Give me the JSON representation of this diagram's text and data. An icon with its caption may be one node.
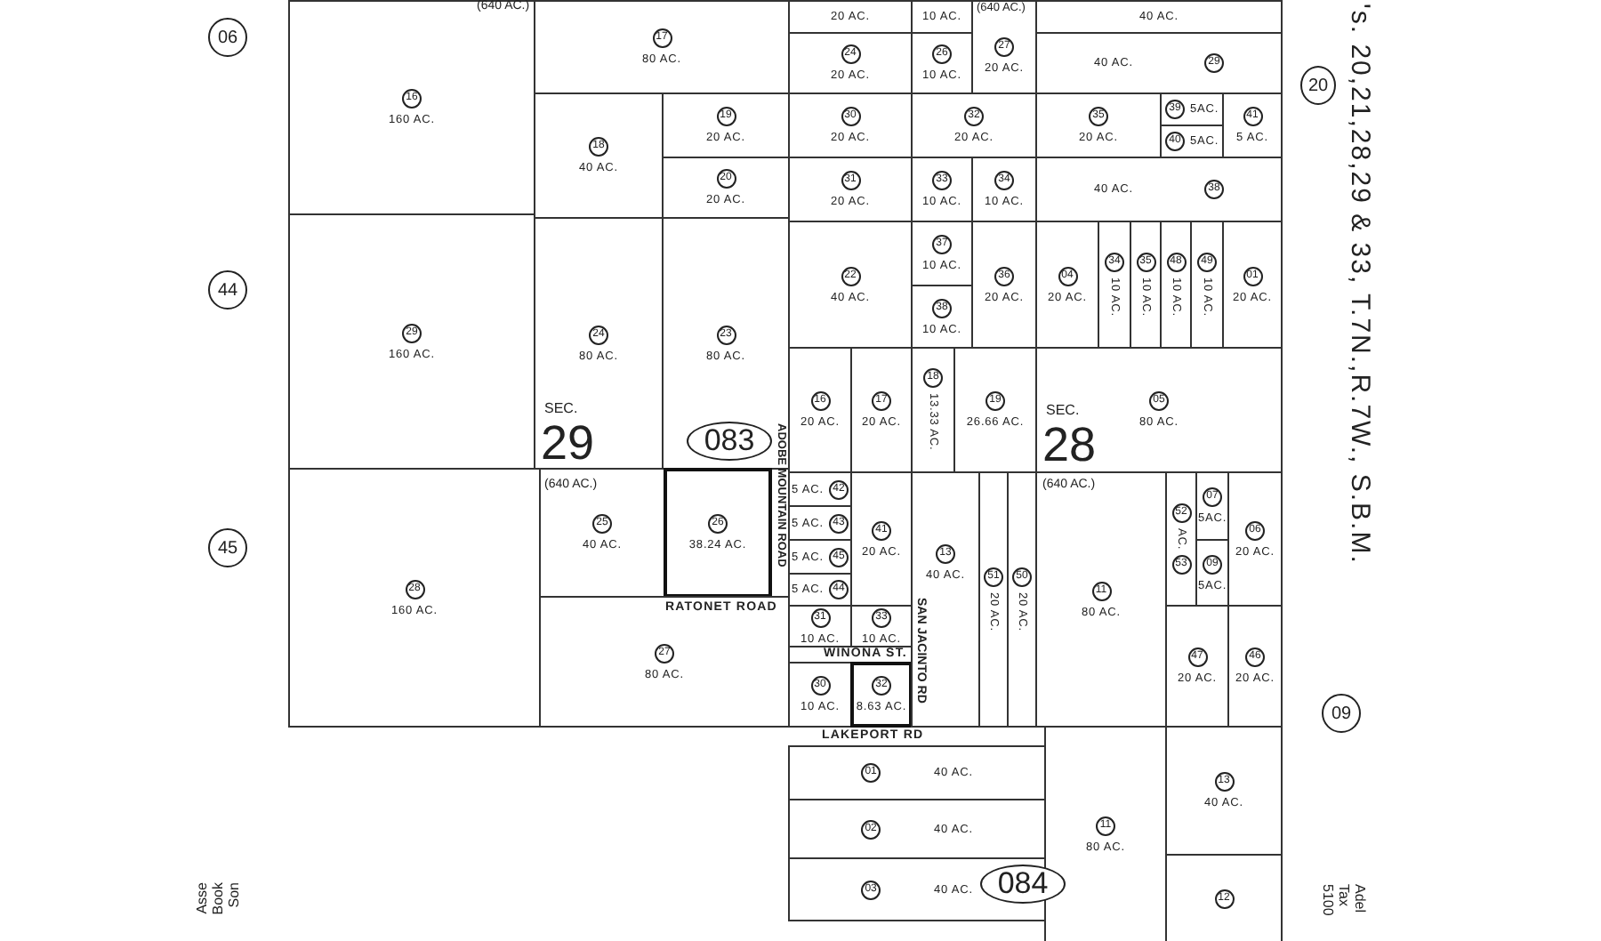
{
  "diagram": {
    "nodes": [
      {
        "text": [
          "16",
          "160 AC."
        ]
      },
      {
        "text": [
          "17",
          "80 AC."
        ]
      },
      {
        "text": [
          "18",
          "40 AC."
        ]
      },
      {
        "text": [
          "19",
          "20 AC."
        ]
      },
      {
        "text": [
          "20",
          "20 AC."
        ]
      },
      {
        "text": [
          "29",
          "160 AC."
        ]
      },
      {
        "text": [
          "24",
          "80 AC."
        ]
      },
      {
        "text": [
          "23",
          "80 AC."
        ]
      },
      {
        "text": [
          "28",
          "160 AC."
        ]
      },
      {
        "text": [
          "25",
          "40 AC."
        ]
      },
      {
        "text": [
          "26",
          "38.24 AC."
        ]
      },
      {
        "text": [
          "27",
          "80 AC."
        ]
      },
      {
        "text": [
          "20 AC."
        ]
      },
      {
        "text": [
          "10 AC."
        ]
      },
      {
        "text": [
          "27",
          "20 AC."
        ]
      },
      {
        "text": [
          "40 AC."
        ]
      },
      {
        "text": [
          "24",
          "20 AC."
        ]
      },
      {
        "text": [
          "26",
          "10 AC."
        ]
      },
      {
        "text": [
          "40 AC.",
          "29"
        ]
      },
      {
        "text": [
          "30",
          "20 AC."
        ]
      },
      {
        "text": [
          "32",
          "20 AC."
        ]
      },
      {
        "text": [
          "35",
          "20 AC."
        ]
      },
      {
        "text": [
          "39",
          "5AC."
        ]
      },
      {
        "text": [
          "40",
          "5AC."
        ]
      },
      {
        "text": [
          "41",
          "5 AC."
        ]
      },
      {
        "text": [
          "31",
          "20 AC."
        ]
      },
      {
        "text": [
          "33",
          "10 AC."
        ]
      },
      {
        "text": [
          "34",
          "10 AC."
        ]
      },
      {
        "text": [
          "40 AC.",
          "38"
        ]
      },
      {
        "text": [
          "22",
          "40 AC."
        ]
      },
      {
        "text": [
          "37",
          "10 AC."
        ]
      },
      {
        "text": [
          "38",
          "10 AC."
        ]
      },
      {
        "text": [
          "36",
          "20 AC."
        ]
      },
      {
        "text": [
          "04",
          "20 AC."
        ]
      },
      {
        "text": [
          "34",
          "10 AC."
        ]
      },
      {
        "text": [
          "35",
          "10 AC."
        ]
      },
      {
        "text": [
          "48",
          "10 AC."
        ]
      },
      {
        "text": [
          "49",
          "10 AC."
        ]
      },
      {
        "text": [
          "01",
          "20 AC."
        ]
      },
      {
        "text": [
          "16",
          "20 AC."
        ]
      },
      {
        "text": [
          "17",
          "20 AC."
        ]
      },
      {
        "text": [
          "18",
          "13.33 AC."
        ]
      },
      {
        "text": [
          "19",
          "26.66 AC."
        ]
      },
      {
        "text": [
          "05",
          "80 AC."
        ]
      },
      {
        "text": [
          "5 AC.",
          "42"
        ]
      },
      {
        "text": [
          "5 AC.",
          "43"
        ]
      },
      {
        "text": [
          "5 AC.",
          "45"
        ]
      },
      {
        "text": [
          "5 AC.",
          "44"
        ]
      },
      {
        "text": [
          "41",
          "20 AC."
        ]
      },
      {
        "text": [
          "31",
          "10 AC."
        ]
      },
      {
        "text": [
          "33",
          "10 AC."
        ]
      },
      {
        "text": [
          "30",
          "10 AC."
        ]
      },
      {
        "text": [
          "32",
          "8.63 AC."
        ]
      },
      {
        "text": [
          "13",
          "40 AC."
        ]
      },
      {
        "text": [
          "51",
          "20 AC."
        ]
      },
      {
        "text": [
          "50",
          "20 AC."
        ]
      },
      {
        "text": [
          "11",
          "80 AC."
        ]
      },
      {
        "text": [
          "52",
          "AC.",
          "53"
        ]
      },
      {
        "text": [
          "07",
          "5AC."
        ]
      },
      {
        "text": [
          "09",
          "5AC."
        ]
      },
      {
        "text": [
          "06",
          "20 AC."
        ]
      },
      {
        "text": [
          "47",
          "20 AC."
        ]
      },
      {
        "text": [
          "46",
          "20 AC."
        ]
      },
      {
        "text": [
          "01",
          "40 AC."
        ]
      },
      {
        "text": [
          "02",
          "40 AC."
        ]
      },
      {
        "text": [
          "03",
          "40 AC."
        ]
      },
      {
        "text": [
          "11",
          "80 AC."
        ]
      },
      {
        "text": [
          "13",
          "40 AC."
        ]
      },
      {
        "text": [
          "12"
        ]
      },
      {
        "text": [
          "083"
        ],
        "in": 7
      },
      {
        "text": [
          "084"
        ]
      },
      {
        "text": [
          "06"
        ]
      },
      {
        "text": [
          "44"
        ]
      },
      {
        "text": [
          "45"
        ]
      },
      {
        "text": [
          "20"
        ]
      },
      {
        "text": [
          "09"
        ]
      }
    ],
    "labels": [
      "(640 AC.)",
      "(640 AC.)",
      "SEC.",
      "29",
      "(640 AC.)",
      "SEC.",
      "28",
      "(640 AC.)",
      "ADOBE MOUNTAIN ROAD",
      "RATONET ROAD",
      "WINONA ST.",
      "SAN JACINTO RD",
      "LAKEPORT RD",
      "'s. 20,21,28,29 & 33, T.7N.,R.7W., S.B.M.",
      "Asse",
      "Book",
      "Son",
      "5100",
      "Tax",
      "Adel"
    ]
  }
}
